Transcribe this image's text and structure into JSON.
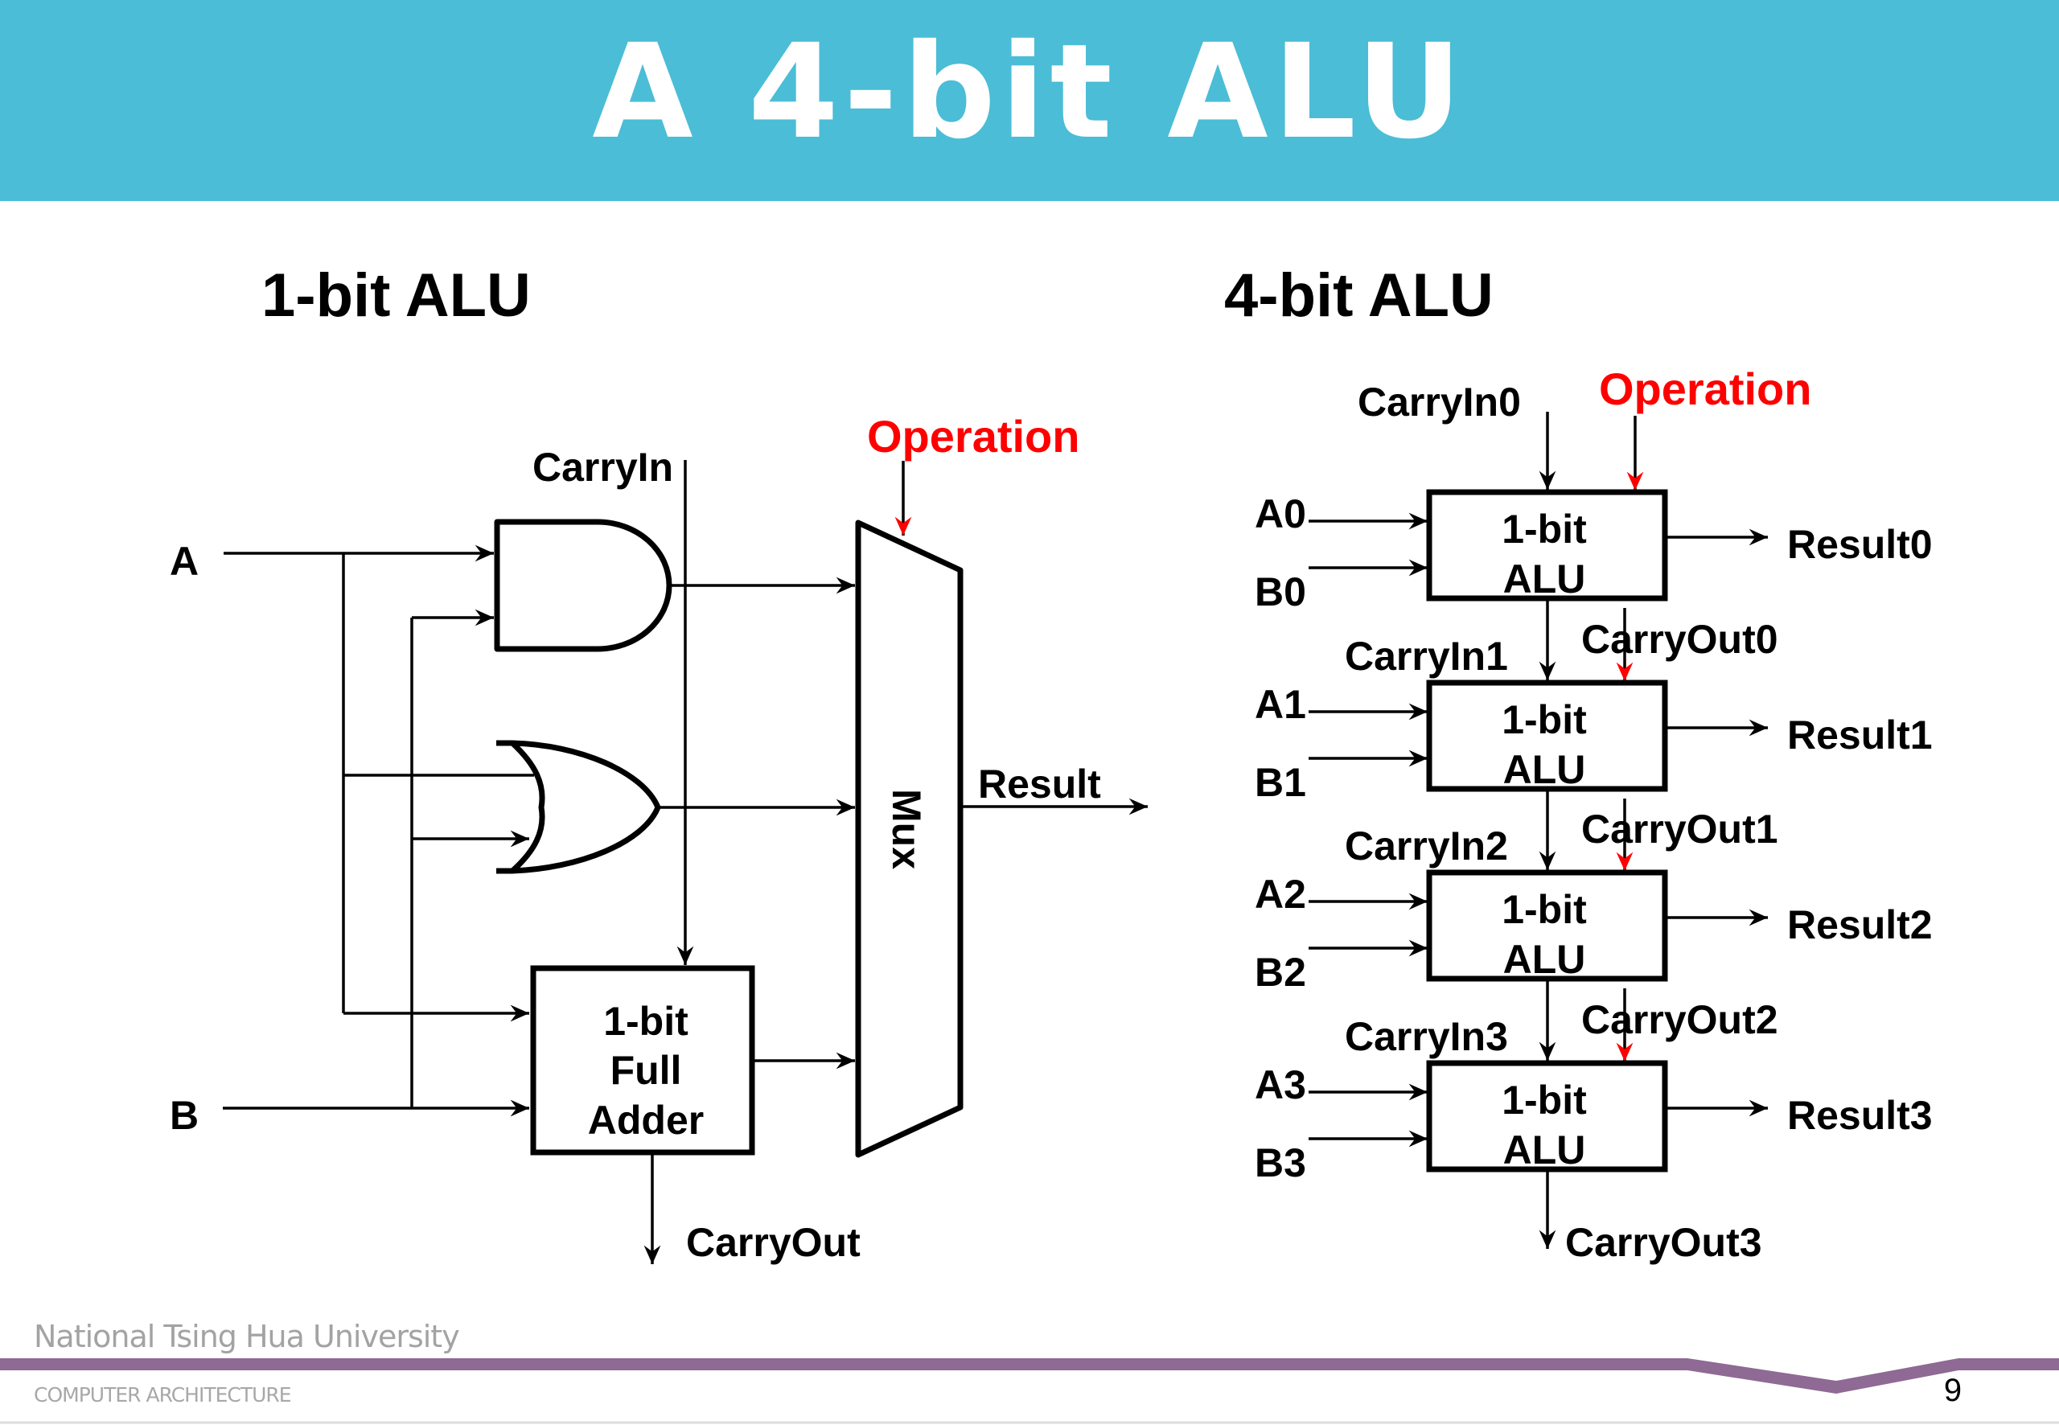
{
  "slide": {
    "title": "A 4-bit ALU",
    "page_number": "9",
    "colors": {
      "header_bg": "#4BBDD6",
      "accent_red": "#FF0000",
      "footer_band": "#8E6A94",
      "footer_text": "#A3A3A3"
    }
  },
  "left_diagram": {
    "heading": "1-bit ALU",
    "input_a": "A",
    "input_b": "B",
    "carry_in": "CarryIn",
    "operation": "Operation",
    "mux": "Mux",
    "result": "Result",
    "carry_out": "CarryOut",
    "adder_lines": [
      "1-bit",
      "Full",
      "Adder"
    ],
    "gates": [
      "AND",
      "OR"
    ]
  },
  "right_diagram": {
    "heading": "4-bit ALU",
    "carry_in0": "CarryIn0",
    "operation": "Operation",
    "box_lines": [
      "1-bit",
      "ALU"
    ],
    "rows": [
      {
        "a": "A0",
        "b": "B0",
        "carry_in": "CarryIn0",
        "result": "Result0",
        "carry_out": "CarryOut0"
      },
      {
        "a": "A1",
        "b": "B1",
        "carry_in": "CarryIn1",
        "result": "Result1",
        "carry_out": "CarryOut1"
      },
      {
        "a": "A2",
        "b": "B2",
        "carry_in": "CarryIn2",
        "result": "Result2",
        "carry_out": "CarryOut2"
      },
      {
        "a": "A3",
        "b": "B3",
        "carry_in": "CarryIn3",
        "result": "Result3",
        "carry_out": "CarryOut3"
      }
    ]
  },
  "footer": {
    "university": "National  Tsing  Hua  University",
    "course": "COMPUTER   ARCHITECTURE"
  }
}
